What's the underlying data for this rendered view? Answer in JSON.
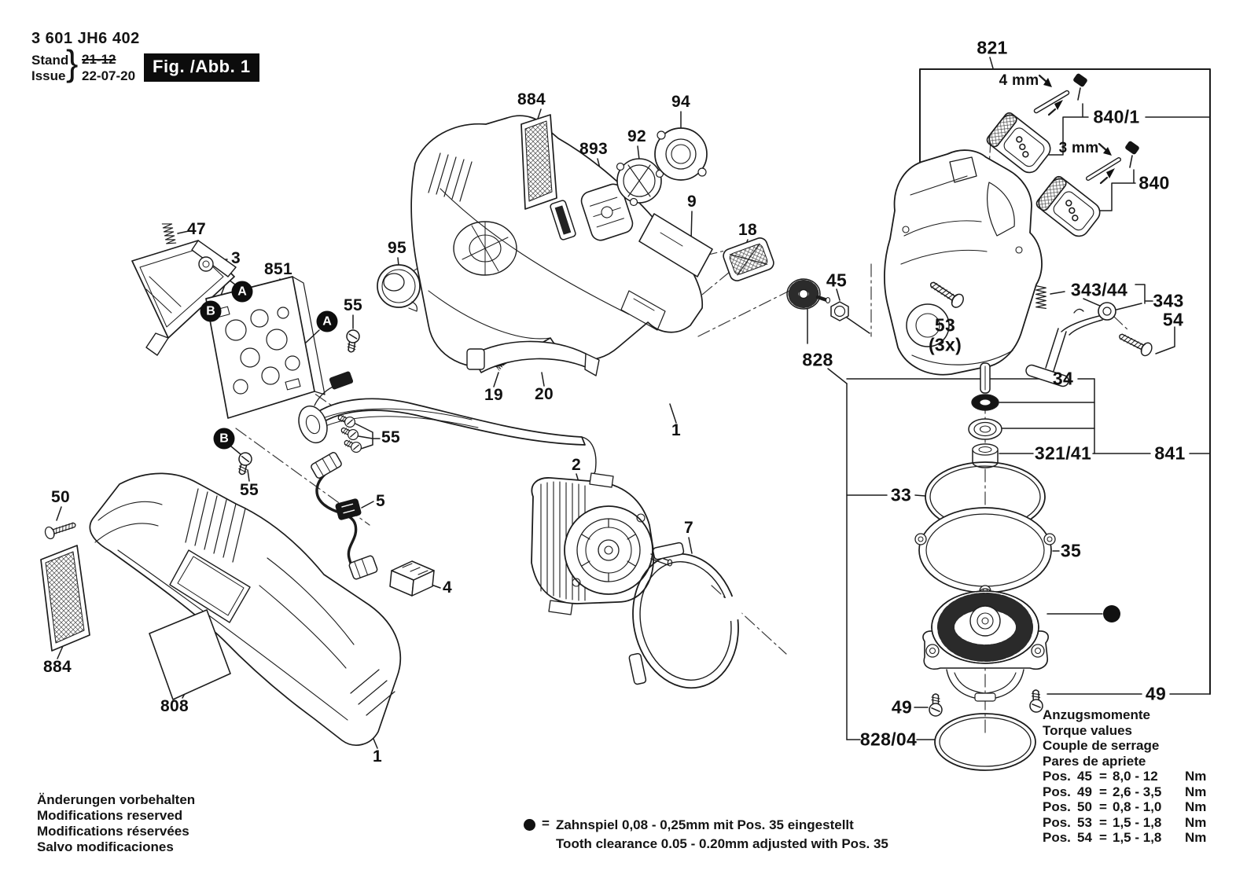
{
  "header": {
    "type_number": "3 601 JH6 402",
    "stand_label": "Stand",
    "issue_label": "Issue",
    "brace": "}",
    "date_old": "21-12",
    "date_new": "22-07-20",
    "figure_label": "Fig. /Abb. 1"
  },
  "footer": {
    "notice_de": "Änderungen vorbehalten",
    "notice_en": "Modifications reserved",
    "notice_fr": "Modifications réservées",
    "notice_es": "Salvo modificaciones"
  },
  "clearance_note": {
    "eq": "=",
    "line_de": "Zahnspiel 0,08 - 0,25mm mit Pos. 35 eingestellt",
    "line_en": "Tooth clearance 0.05 - 0.20mm adjusted with Pos. 35"
  },
  "torque_table": {
    "title_de": "Anzugsmomente",
    "title_en": "Torque values",
    "title_fr": "Couple de serrage",
    "title_es": "Pares de apriete",
    "pos_label": "Pos.",
    "eq": "=",
    "rows": [
      {
        "num": "45",
        "range": "8,0 - 12",
        "unit": "Nm"
      },
      {
        "num": "49",
        "range": "2,6 - 3,5",
        "unit": "Nm"
      },
      {
        "num": "50",
        "range": "0,8 - 1,0",
        "unit": "Nm"
      },
      {
        "num": "53",
        "range": "1,5 - 1,8",
        "unit": "Nm"
      },
      {
        "num": "54",
        "range": "1,5 - 1,8",
        "unit": "Nm"
      }
    ]
  },
  "annotations": {
    "pin_size_4": "4 mm",
    "pin_size_3": "3 mm",
    "qty_53": "(3x)",
    "ref_a": "A",
    "ref_b": "B"
  },
  "callouts": {
    "c1": "1",
    "c2": "2",
    "c3": "3",
    "c4": "4",
    "c5": "5",
    "c7": "7",
    "c9": "9",
    "c18": "18",
    "c19": "19",
    "c20": "20",
    "c33": "33",
    "c34": "34",
    "c35": "35",
    "c45": "45",
    "c47": "47",
    "c49": "49",
    "c50": "50",
    "c53": "53",
    "c54": "54",
    "c55": "55",
    "c92": "92",
    "c94": "94",
    "c95": "95",
    "c321_41": "321/41",
    "c343": "343",
    "c343_44": "343/44",
    "c808": "808",
    "c821": "821",
    "c828": "828",
    "c828_04": "828/04",
    "c840": "840",
    "c840_1": "840/1",
    "c841": "841",
    "c851": "851",
    "c884": "884",
    "c893": "893"
  }
}
